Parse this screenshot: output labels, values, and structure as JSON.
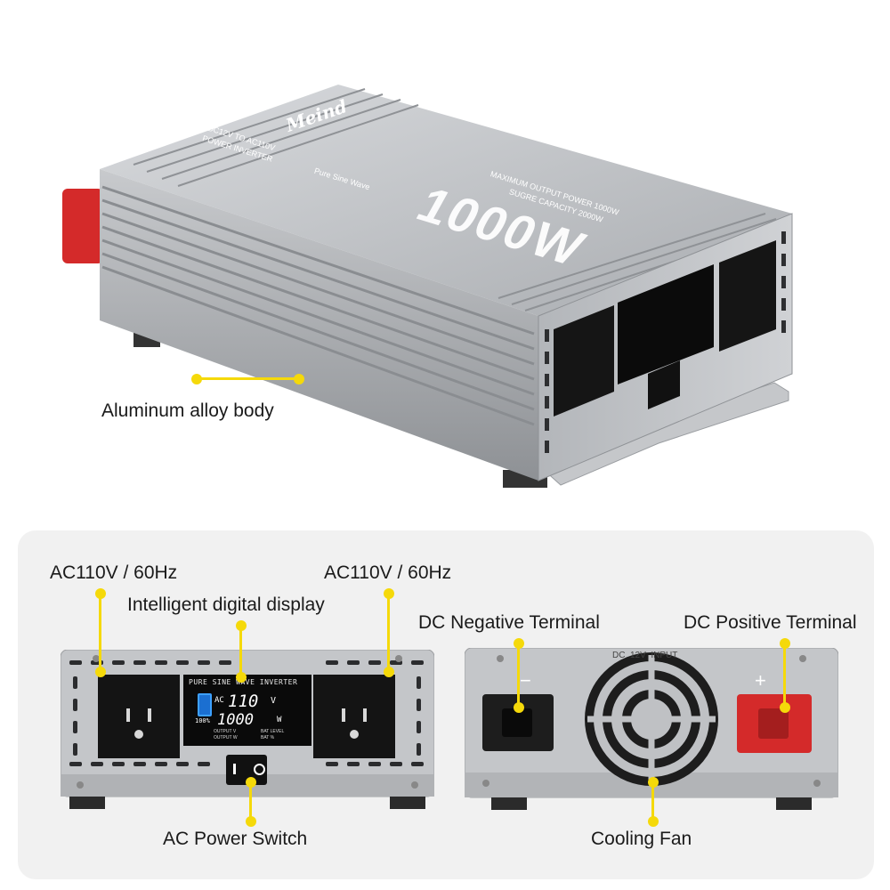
{
  "product": {
    "brand": "Meind",
    "power_big": "1000W",
    "subtitle_line1": "DC12V TO AC110V",
    "subtitle_line2": "POWER INVERTER",
    "wave_label": "Pure Sine Wave",
    "spec_line1": "MAXIMUM OUTPUT POWER 1000W",
    "spec_line2": "SUGRE CAPACITY 2000W"
  },
  "display": {
    "title": "PURE SINE WAVE INVERTER",
    "ac_label": "AC",
    "voltage": "110",
    "voltage_unit": "V",
    "power": "1000",
    "power_unit": "W",
    "battery_pct": "100%",
    "legend": [
      "OUTPUT V",
      "BAT LEVEL",
      "OUTPUT W",
      "BAT %"
    ]
  },
  "rear": {
    "input_label": "DC  12V  INPUT",
    "minus": "−",
    "plus": "+"
  },
  "callouts": {
    "body": "Aluminum  alloy body",
    "outlet_left": "AC110V  /  60Hz",
    "outlet_right": "AC110V  /  60Hz",
    "display": "Intelligent digital display",
    "switch": "AC  Power  Switch",
    "dc_negative": "DC Negative Terminal",
    "dc_positive": "DC Positive Terminal",
    "fan": "Cooling  Fan"
  },
  "colors": {
    "callout": "#f5d90a",
    "terminal_positive": "#d42a2a",
    "terminal_negative": "#2a2a2a",
    "housing": "#b9bcc0"
  }
}
